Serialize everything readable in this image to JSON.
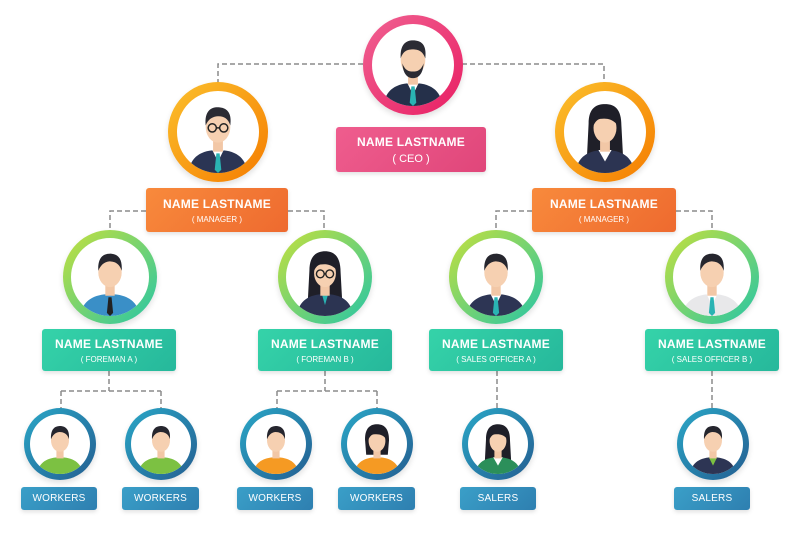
{
  "nodes": {
    "ceo": {
      "name": "NAME LASTNAME",
      "role": "( CEO )"
    },
    "manager_left": {
      "name": "NAME LASTNAME",
      "role": "( MANAGER )"
    },
    "manager_right": {
      "name": "NAME LASTNAME",
      "role": "( MANAGER )"
    },
    "foreman_a": {
      "name": "NAME LASTNAME",
      "role": "( FOREMAN A )"
    },
    "foreman_b": {
      "name": "NAME LASTNAME",
      "role": "( FOREMAN B )"
    },
    "sales_officer_a": {
      "name": "NAME LASTNAME",
      "role": "( SALES OFFICER A )"
    },
    "sales_officer_b": {
      "name": "NAME LASTNAME",
      "role": "( SALES OFFICER B )"
    },
    "workers_1": {
      "name": "WORKERS"
    },
    "workers_2": {
      "name": "WORKERS"
    },
    "workers_3": {
      "name": "WORKERS"
    },
    "workers_4": {
      "name": "WORKERS"
    },
    "salers_1": {
      "name": "SALERS"
    },
    "salers_2": {
      "name": "SALERS"
    }
  },
  "icons": {
    "ceo": "bearded-man-avatar-icon",
    "manager_left": "man-with-glasses-avatar-icon",
    "manager_right": "woman-avatar-icon",
    "foreman_a": "man-avatar-icon",
    "foreman_b": "woman-with-glasses-avatar-icon",
    "sales_officer_a": "man-avatar-icon",
    "sales_officer_b": "man-avatar-icon",
    "workers_1": "worker-avatar-icon",
    "workers_2": "worker-avatar-icon",
    "workers_3": "worker-avatar-icon",
    "workers_4": "woman-worker-avatar-icon",
    "salers_1": "woman-saler-avatar-icon",
    "salers_2": "man-saler-avatar-icon"
  },
  "colors": {
    "ceo": "#e91e63",
    "manager": "#f57c00",
    "middle": "#26c6a6",
    "staff": "#2e7fb0",
    "connector": "#8a8a8a"
  }
}
